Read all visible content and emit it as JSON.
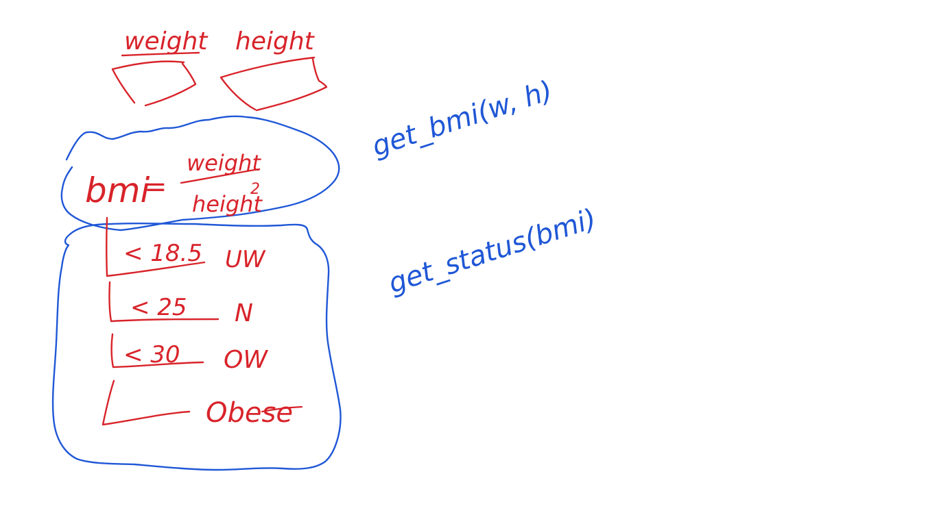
{
  "colors": {
    "red_ink": "#d8232a",
    "blue_ink": "#1f57d6",
    "background": "#ffffff"
  },
  "inputs": {
    "weight_label": "weight",
    "height_label": "height"
  },
  "formula": {
    "lhs": "bmi",
    "equals": "=",
    "numerator": "weight",
    "denominator": "height",
    "exponent": "2"
  },
  "thresholds": [
    {
      "condition": "< 18.5",
      "status": "UW"
    },
    {
      "condition": "< 25",
      "status": "N"
    },
    {
      "condition": "< 30",
      "status": "OW"
    },
    {
      "condition": "",
      "status": "Obese"
    }
  ],
  "functions": {
    "bmi_function": "get_bmi(w, h)",
    "status_function": "get_status(bmi)"
  }
}
